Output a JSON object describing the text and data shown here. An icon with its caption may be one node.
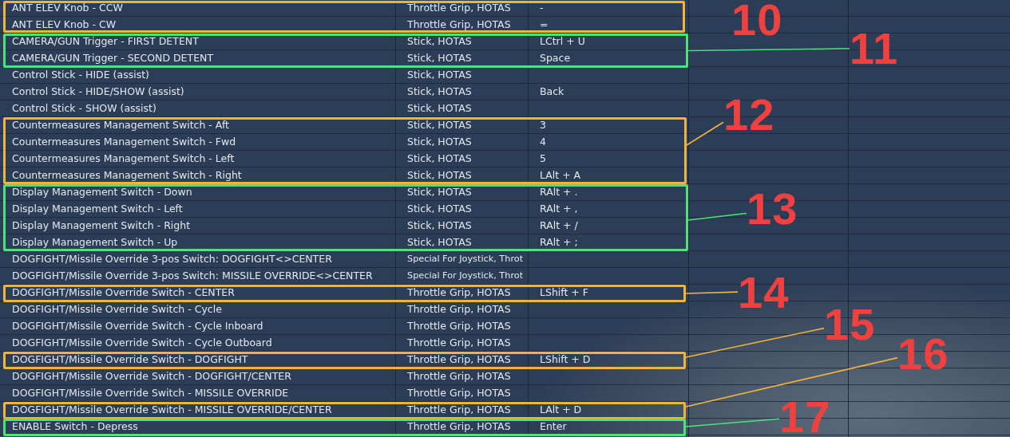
{
  "diagram": {
    "nodes": [
      {
        "text": [],
        "shape": "box"
      },
      {
        "text": [],
        "shape": "box"
      },
      {
        "text": [],
        "shape": "box"
      },
      {
        "text": [],
        "shape": "box"
      },
      {
        "text": [],
        "shape": "box"
      },
      {
        "text": [],
        "shape": "box"
      },
      {
        "text": [],
        "shape": "box"
      },
      {
        "text": [],
        "shape": "box"
      },
      {
        "text": [
          "11"
        ]
      },
      {
        "text": [
          "12"
        ]
      },
      {
        "text": [
          "13"
        ]
      },
      {
        "text": [
          "14"
        ]
      },
      {
        "text": [
          "15"
        ]
      },
      {
        "text": [
          "16"
        ]
      },
      {
        "text": [
          "17"
        ]
      }
    ],
    "edges": [
      {
        "from": 8,
        "to": 1,
        "arrow": "none",
        "color": "#4ce37a"
      },
      {
        "from": 9,
        "to": 2,
        "arrow": "none"
      },
      {
        "from": 10,
        "to": 3,
        "arrow": "none",
        "color": "#4ce37a"
      },
      {
        "from": 11,
        "to": 4,
        "arrow": "none"
      },
      {
        "from": 12,
        "to": 5,
        "arrow": "none"
      },
      {
        "from": 13,
        "to": 6,
        "arrow": "none"
      },
      {
        "from": 14,
        "to": 7,
        "arrow": "none",
        "color": "#4ce37a"
      }
    ],
    "labels": [
      "ANT ELEV Knob - CCW",
      "Throttle Grip, HOTAS",
      "-",
      "ANT ELEV Knob - CW",
      "Throttle Grip, HOTAS",
      "=",
      "CAMERA/GUN Trigger - FIRST DETENT",
      "Stick, HOTAS",
      "LCtrl + U",
      "CAMERA/GUN Trigger - SECOND DETENT",
      "Stick, HOTAS",
      "Space",
      "Control Stick - HIDE (assist)",
      "Stick, HOTAS",
      "Control Stick - HIDE/SHOW (assist)",
      "Stick, HOTAS",
      "Back",
      "Control Stick - SHOW (assist)",
      "Stick, HOTAS",
      "Countermeasures Management Switch - Aft",
      "Stick, HOTAS",
      "3",
      "Countermeasures Management Switch - Fwd",
      "Stick, HOTAS",
      "4",
      "Countermeasures Management Switch - Left",
      "Stick, HOTAS",
      "5",
      "Countermeasures Management Switch - Right",
      "Stick, HOTAS",
      "LAlt + A",
      "Display Management Switch - Down",
      "Stick, HOTAS",
      "RAlt + .",
      "Display Management Switch - Left",
      "Stick, HOTAS",
      "RAlt + ,",
      "Display Management Switch - Right",
      "Stick, HOTAS",
      "RAlt + /",
      "Display Management Switch - Up",
      "Stick, HOTAS",
      "RAlt + ;",
      "DOGFIGHT/Missile Override 3-pos Switch: DOGFIGHT<>CENTER",
      "Special For Joystick, Throt",
      "DOGFIGHT/Missile Override 3-pos Switch: MISSILE OVERRIDE<>CENTER",
      "Special For Joystick, Throt",
      "DOGFIGHT/Missile Override Switch - CENTER",
      "Throttle Grip, HOTAS",
      "LShift + F",
      "DOGFIGHT/Missile Override Switch - Cycle",
      "Throttle Grip, HOTAS",
      "DOGFIGHT/Missile Override Switch - Cycle Inboard",
      "Throttle Grip, HOTAS",
      "DOGFIGHT/Missile Override Switch - Cycle Outboard",
      "Throttle Grip, HOTAS",
      "DOGFIGHT/Missile Override Switch - DOGFIGHT",
      "Throttle Grip, HOTAS",
      "LShift + D",
      "DOGFIGHT/Missile Override Switch - DOGFIGHT/CENTER",
      "Throttle Grip, HOTAS",
      "DOGFIGHT/Missile Override Switch - MISSILE OVERRIDE",
      "Throttle Grip, HOTAS",
      "DOGFIGHT/Missile Override Switch - MISSILE OVERRIDE/CENTER",
      "Throttle Grip, HOTAS",
      "LAlt + D",
      "ENABLE Switch - Depress",
      "Throttle Grip, HOTAS",
      "Enter",
      "10"
    ]
  }
}
